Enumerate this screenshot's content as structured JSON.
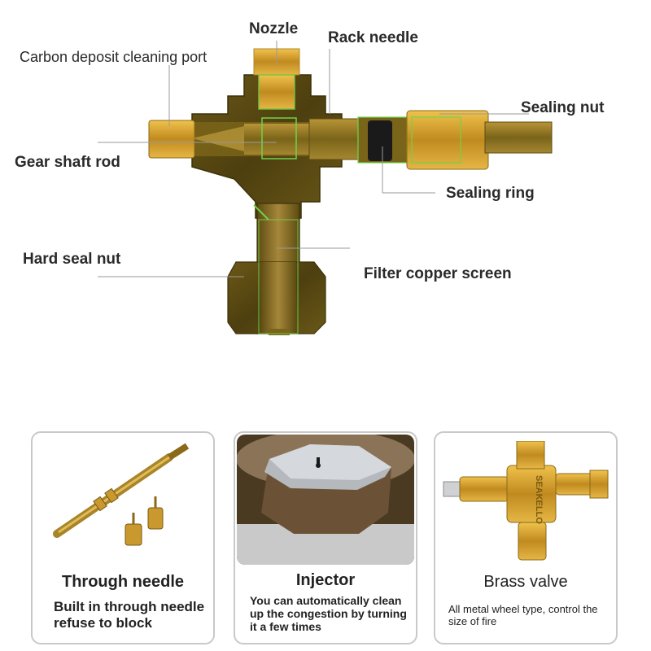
{
  "callouts": {
    "nozzle": "Nozzle",
    "rack_needle": "Rack needle",
    "carbon_port": "Carbon deposit cleaning port",
    "sealing_nut": "Sealing nut",
    "gear_shaft": "Gear shaft rod",
    "sealing_ring": "Sealing ring",
    "hard_seal_nut": "Hard seal nut",
    "filter_screen": "Filter copper screen"
  },
  "cards": [
    {
      "title": "Through needle",
      "desc": "Built in through needle refuse to block"
    },
    {
      "title": "Injector",
      "desc": "You can automatically clean up the congestion by turning it a few times"
    },
    {
      "title": "Brass valve",
      "desc": "All metal wheel type, control the size of fire",
      "stamp": "SEAKELLO"
    }
  ],
  "colors": {
    "brass_dark": "#5a4a12",
    "brass_mid": "#8a7320",
    "brass_light": "#d9a93a",
    "highlight_green": "#6fd44a",
    "leader_line": "#9a9a9a",
    "card_border": "#c9c9c9"
  }
}
